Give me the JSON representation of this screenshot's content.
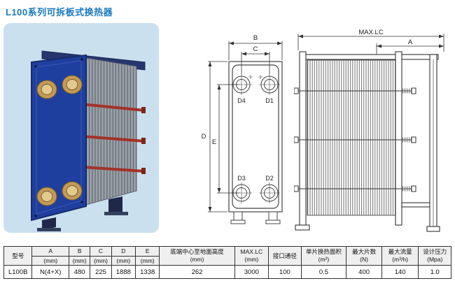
{
  "page": {
    "title": "L100系列可拆板式换热器"
  },
  "front_view": {
    "dim_b": "B",
    "dim_c": "C",
    "dim_d": "D",
    "dim_e": "E",
    "ports": {
      "d1": "D1",
      "d2": "D2",
      "d3": "D3",
      "d4": "D4"
    }
  },
  "side_view": {
    "dim_max_lc": "MAX.LC",
    "dim_a": "A"
  },
  "table": {
    "headers": {
      "model": "型号",
      "letters": [
        "A",
        "B",
        "C",
        "D",
        "E"
      ],
      "mm": "(mm)",
      "bottom_center_height": "底端中心至地面高度",
      "bottom_center_height_unit": "(mm)",
      "max_lc": "MAX.LC",
      "max_lc_unit": "(mm)",
      "port_diameter": "接口通径",
      "plate_area": "单片换热面积",
      "plate_area_unit": "(m²)",
      "max_plates": "最大片数",
      "max_plates_unit": "(N)",
      "max_flow": "最大流量",
      "max_flow_unit": "(m³/h)",
      "design_pressure": "设计压力",
      "design_pressure_unit": "(Mpa)"
    },
    "row": {
      "model": "L100B",
      "a": "N(4+X)",
      "b": "480",
      "c": "225",
      "d": "1888",
      "e": "1338",
      "bottom_center_height": "262",
      "max_lc": "3000",
      "port_diameter": "100",
      "plate_area": "0.5",
      "max_plates": "400",
      "max_flow": "140",
      "design_pressure": "1.0"
    }
  }
}
